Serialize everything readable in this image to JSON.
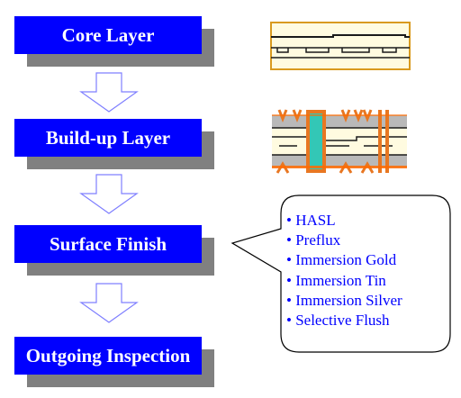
{
  "steps": [
    {
      "label": "Core Layer"
    },
    {
      "label": "Build-up Layer"
    },
    {
      "label": "Surface Finish"
    },
    {
      "label": "Outgoing Inspection"
    }
  ],
  "finish_options": [
    "HASL",
    "Preflux",
    "Immersion Gold",
    "Immersion Tin",
    "Immersion Silver",
    "Selective Flush"
  ],
  "colors": {
    "box": "#0000ff",
    "shadow": "#808080",
    "text_on_box": "#ffffff",
    "arrow_outline": "#7f7fff",
    "callout_text": "#0000ff",
    "board_fill": "#fffbe0",
    "board_border": "#d99a1f",
    "copper": "#e87722",
    "via_fill": "#33c7b6"
  }
}
